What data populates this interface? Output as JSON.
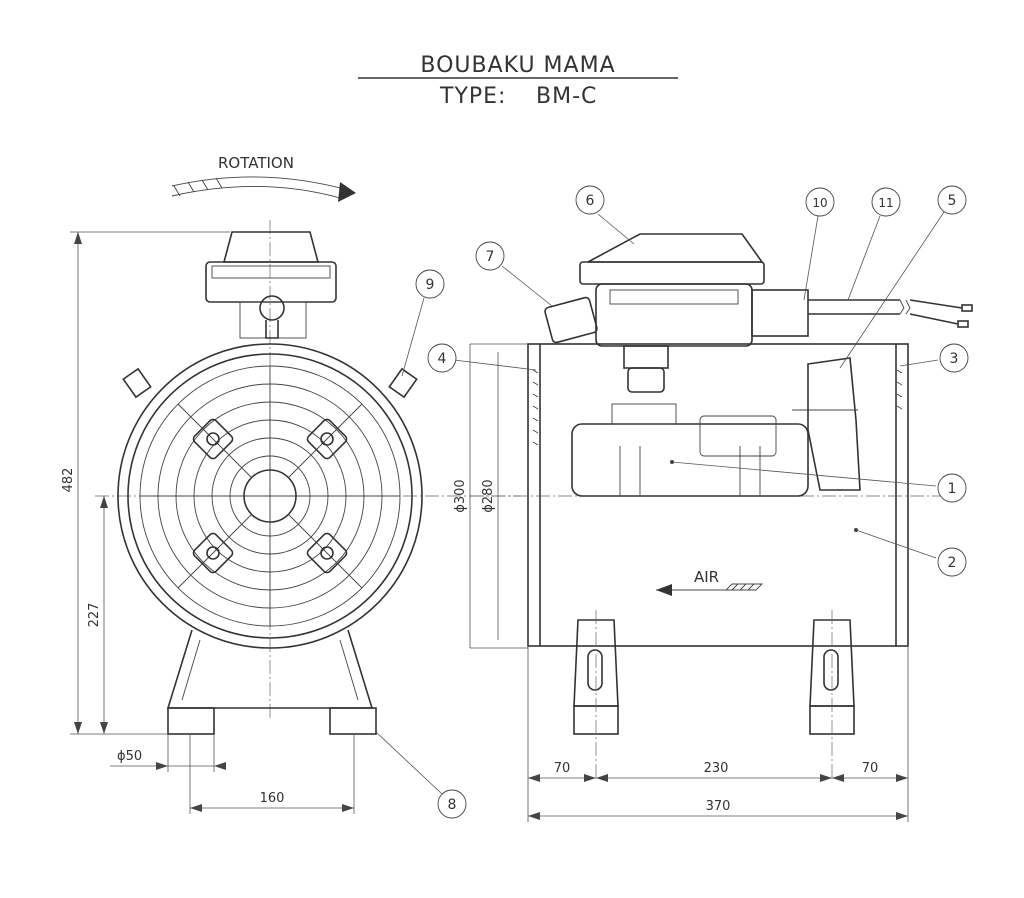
{
  "title": {
    "name": "BOUBAKU MAMA",
    "type_label": "TYPE:",
    "type_value": "BM-C"
  },
  "labels": {
    "rotation": "ROTATION",
    "air": "AIR"
  },
  "dimensions": {
    "height_total": "482",
    "height_center": "227",
    "foot_diameter": "ϕ50",
    "foot_span": "160",
    "outer_diameter": "ϕ300",
    "inner_diameter": "ϕ280",
    "overhang_left": "70",
    "foot_pitch": "230",
    "overhang_right": "70",
    "overall_length": "370"
  },
  "callouts": [
    "1",
    "2",
    "3",
    "4",
    "5",
    "6",
    "7",
    "8",
    "9",
    "10",
    "11"
  ]
}
